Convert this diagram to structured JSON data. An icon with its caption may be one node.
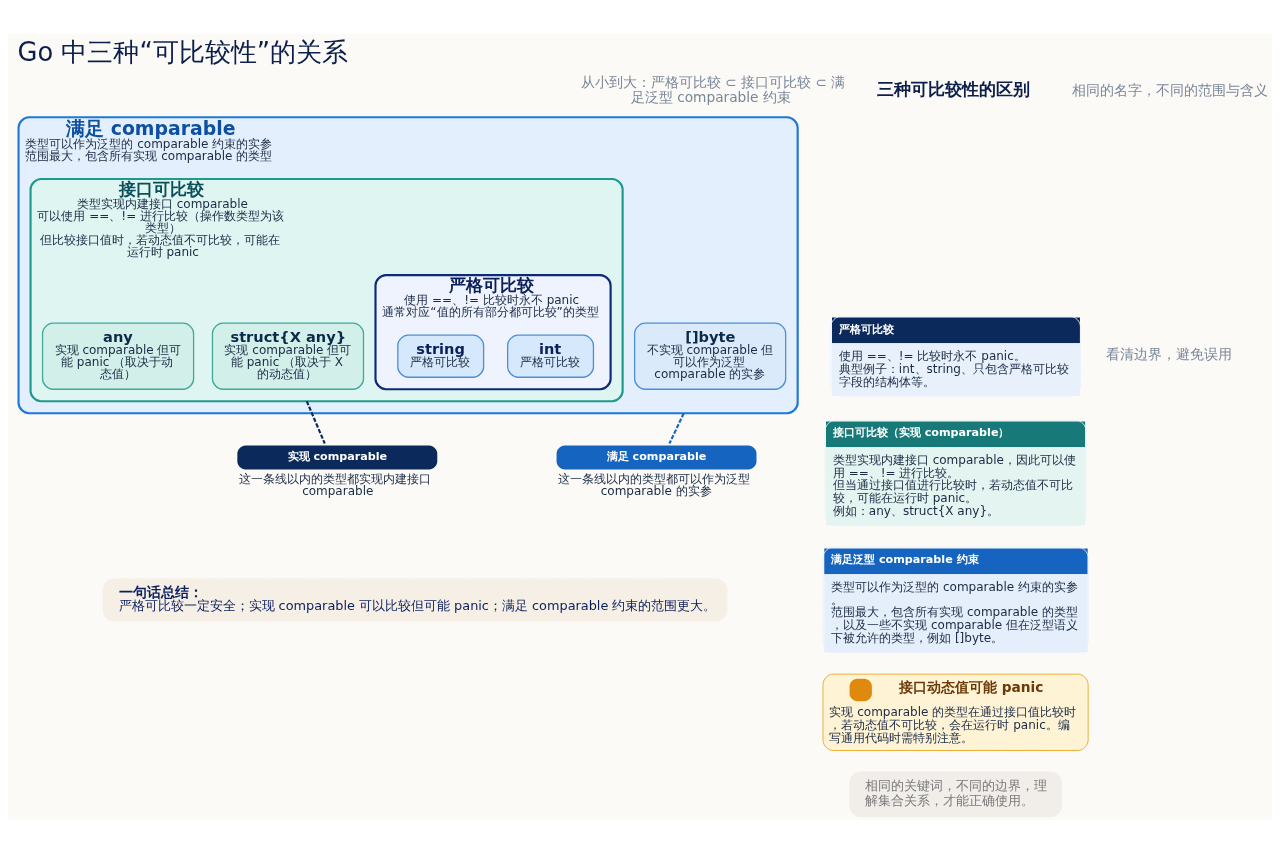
{
  "diagram": {
    "title": "Go 中三种“可比较性”的关系",
    "nodes": [
      {
        "text": [
          "满足 comparable",
          "类型可以作为泛型的 comparable 约束的实参",
          "范围最大，包含所有实现 comparable 的类型"
        ]
      },
      {
        "text": [
          "接口可比较",
          "类型实现内建接口 comparable",
          "可以使用 ==、!= 进行比较（操作数类型为该类型）",
          "但比较接口值时，若动态值不可比较，可能在运行时 panic"
        ],
        "in": 0
      },
      {
        "text": [
          "严格可比较",
          "使用 ==、!= 比较时永不 panic",
          "通常对应“值的所有部分都可比较”的类型"
        ],
        "in": 1
      },
      {
        "text": [
          "int",
          "严格可比较"
        ],
        "in": 2
      },
      {
        "text": [
          "string",
          "严格可比较"
        ],
        "in": 2
      },
      {
        "text": [
          "struct{X any}",
          "实现 comparable 但可能 panic （取决于 X 的动态值）"
        ],
        "in": 1
      },
      {
        "text": [
          "any",
          "实现 comparable 但可能 panic （取决于动态值）"
        ],
        "in": 1
      },
      {
        "text": [
          "[]byte",
          "不实现 comparable 但可以作为泛型 comparable 的实参"
        ],
        "in": 0
      },
      {
        "text": [
          "实现 comparable"
        ],
        "beside": [
          "这一条线以内的类型都实现内建接口 comparable"
        ]
      },
      {
        "text": [
          "满足 comparable"
        ],
        "beside": [
          "这一条线以内的类型都可以作为泛型 comparable 的实参"
        ]
      },
      {
        "text": [
          "严格可比较",
          "使用 ==、!= 比较时永不 panic。",
          "典型例子：int、string、只包含严格可比较字段的结构体等。"
        ]
      },
      {
        "text": [
          "接口可比较（实现 comparable）",
          "类型实现内建接口 comparable，因此可以使用 ==、!= 进行比较。",
          "但当通过接口值进行比较时，若动态值不可比较，可能在运行时 panic。",
          "例如：any、struct{X any}。"
        ]
      },
      {
        "text": [
          "满足泛型 comparable 约束",
          "类型可以作为泛型的 comparable 约束的实参。",
          "范围最大，包含所有实现 comparable 的类型，以及一些不实现 comparable 但在泛型语义下被允许的类型，例如 []byte。"
        ]
      },
      {
        "text": [
          "接口动态值可能 panic",
          "实现 comparable 的类型在通过接口值比较时，若动态值不可比较，会在运行时 panic。编写通用代码时需特别注意。"
        ]
      },
      {
        "text": [
          "一句话总结：",
          "严格可比较一定安全；实现 comparable 可以比较但可能 panic；满足 comparable 约束的范围更大。"
        ]
      },
      {
        "text": [
          "相同的关键词，不同的边界，理解集合关系，才能正确使用。"
        ]
      }
    ],
    "edges": [
      {
        "from": 1,
        "to": 8,
        "arrow": "none",
        "style": "dashed"
      },
      {
        "from": 0,
        "to": 9,
        "arrow": "none",
        "style": "dashed",
        "color": "#1565c0"
      }
    ],
    "labels": [
      "相同的名字，不同的范围与含义",
      "看清边界，避免误用",
      "从小到大：严格可比较 ⊂ 接口可比较 ⊂ 满足泛型 comparable 约束",
      "三种可比较性的区别"
    ]
  }
}
